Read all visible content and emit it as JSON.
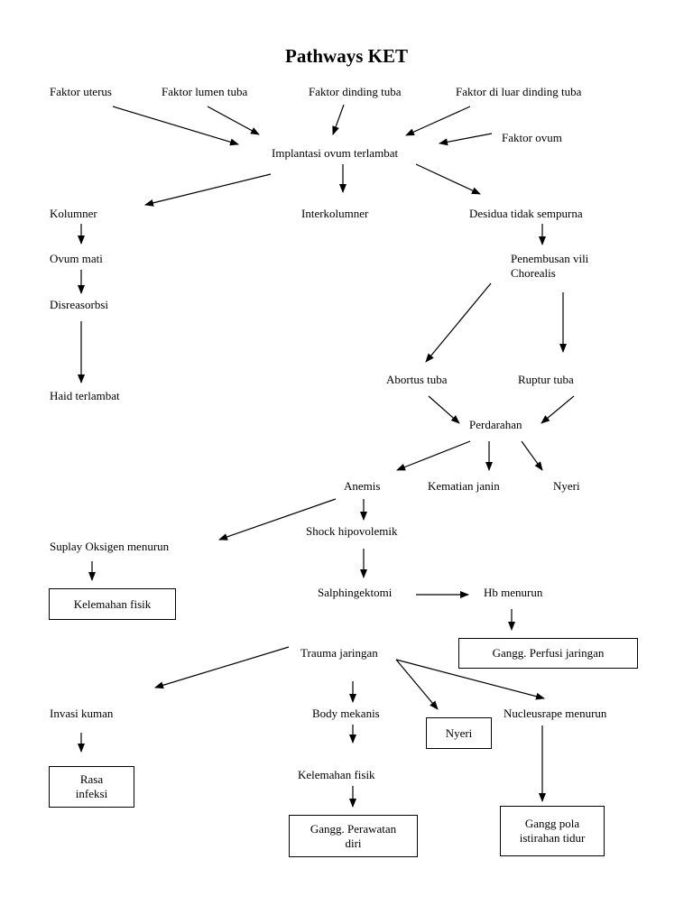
{
  "title": "Pathways KET",
  "nodes": {
    "faktor_uterus": "Faktor uterus",
    "faktor_lumen_tuba": "Faktor lumen tuba",
    "faktor_dinding_tuba": "Faktor dinding tuba",
    "faktor_luar_dinding_tuba": "Faktor di luar dinding tuba",
    "faktor_ovum": "Faktor ovum",
    "implantasi": "Implantasi ovum terlambat",
    "kolumner": "Kolumner",
    "interkolumner": "Interkolumner",
    "desidua": "Desidua tidak sempurna",
    "ovum_mati": "Ovum mati",
    "penembusan_1": "Penembusan vili",
    "penembusan_2": "Chorealis",
    "disreasorbsi": "Disreasorbsi",
    "haid_terlambat": "Haid terlambat",
    "abortus_tuba": "Abortus tuba",
    "ruptur_tuba": "Ruptur tuba",
    "perdarahan": "Perdarahan",
    "anemis": "Anemis",
    "kematian_janin": "Kematian janin",
    "nyeri_1": "Nyeri",
    "suplay_oksigen": "Suplay Oksigen menurun",
    "shock": "Shock hipovolemik",
    "kelemahan_fisik_box": "Kelemahan fisik",
    "salphingektomi": "Salphingektomi",
    "hb_menurun": "Hb menurun",
    "gangg_perfusi": "Gangg. Perfusi jaringan",
    "trauma_jaringan": "Trauma jaringan",
    "invasi_kuman": "Invasi kuman",
    "body_mekanis": "Body mekanis",
    "nyeri_2": "Nyeri",
    "nucleusrape": "Nucleusrape menurun",
    "rasa_infeksi_1": "Rasa",
    "rasa_infeksi_2": "infeksi",
    "kelemahan_fisik_2": "Kelemahan fisik",
    "gangg_perawatan_1": "Gangg. Perawatan",
    "gangg_perawatan_2": "diri",
    "gangg_pola_1": "Gangg pola",
    "gangg_pola_2": "istirahan tidur"
  }
}
